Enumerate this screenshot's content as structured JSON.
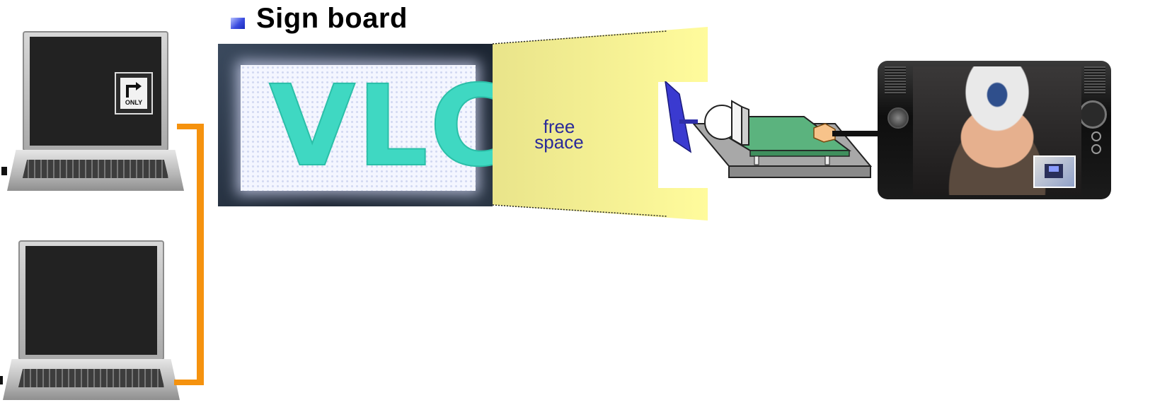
{
  "header": {
    "title": "Sign board"
  },
  "laptop_top": {
    "screen_sign_text": "ONLY"
  },
  "signboard": {
    "led_text": "VLC"
  },
  "channel": {
    "label_line1": "free",
    "label_line2": "space"
  },
  "colors": {
    "connector": "#f5920e",
    "beam": "#fbf69e",
    "label": "#2a2a9a",
    "led_text": "#3fd8c2",
    "photodetector": "#3a3ad0",
    "circuit_board": "#5bb37e"
  },
  "icons": {
    "bullet": "square-bullet-icon",
    "lens": "lens-icon",
    "detector": "photodetector-icon",
    "connector": "usb-connector-icon"
  }
}
